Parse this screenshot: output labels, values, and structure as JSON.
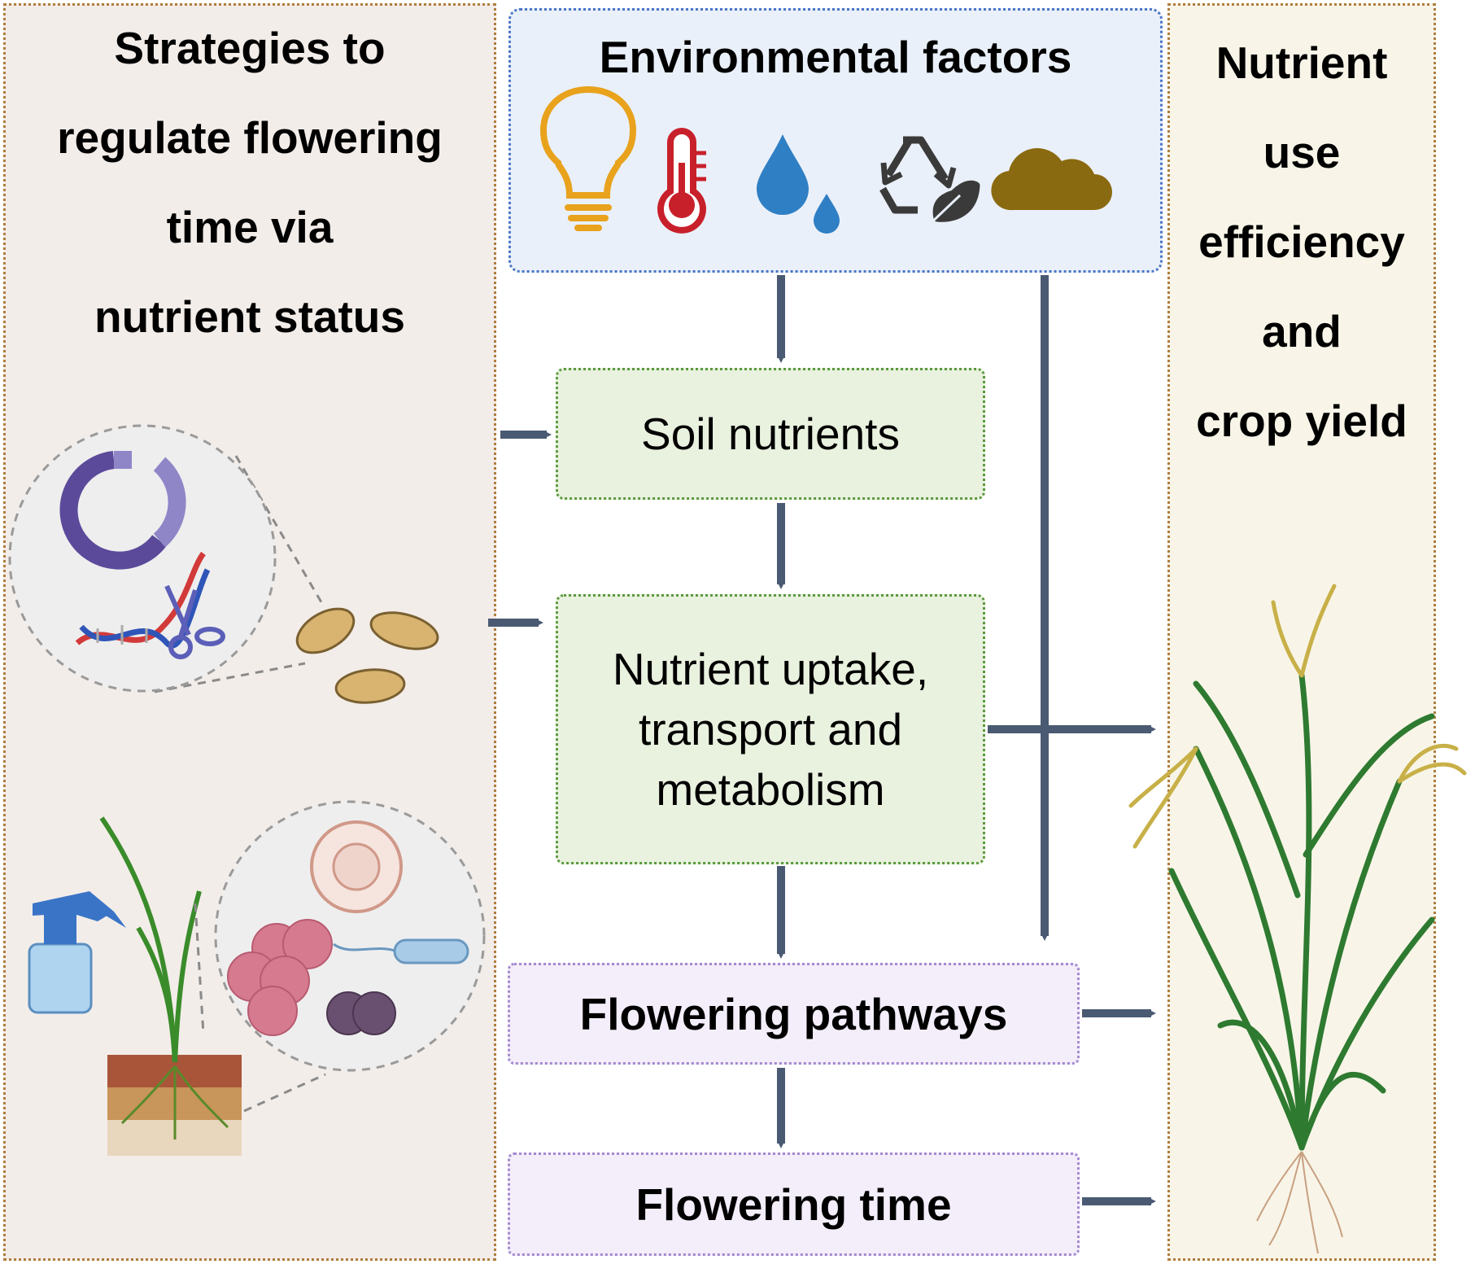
{
  "left_panel": {
    "title_lines": [
      "Strategies to",
      "regulate flowering",
      "time via",
      "nutrient status"
    ]
  },
  "right_panel": {
    "title_lines": [
      "Nutrient",
      "use",
      "efficiency",
      "and",
      "crop yield"
    ]
  },
  "environment": {
    "title": "Environmental factors",
    "icons": [
      "light-bulb-icon",
      "thermometer-icon",
      "water-drops-icon",
      "recycle-leaf-icon",
      "soil-cloud-icon"
    ]
  },
  "boxes": {
    "soil_nutrients": "Soil nutrients",
    "uptake_lines": [
      "Nutrient uptake,",
      "transport and",
      "metabolism"
    ],
    "flowering_pathways": "Flowering pathways",
    "flowering_time": "Flowering time"
  },
  "colors": {
    "arrow": "#4a5a72",
    "left_panel_bg": "#f3ede9",
    "right_panel_bg": "#f8f5e8",
    "env_box_bg": "#eaf0f9",
    "green_box_bg": "#e9f1df",
    "purple_box_bg": "#f3eefa",
    "bulb": "#e8a21c",
    "thermometer": "#c8202b",
    "water": "#2f7fc4",
    "recycle": "#3a3a3a",
    "soil_cloud": "#8a6a10"
  }
}
